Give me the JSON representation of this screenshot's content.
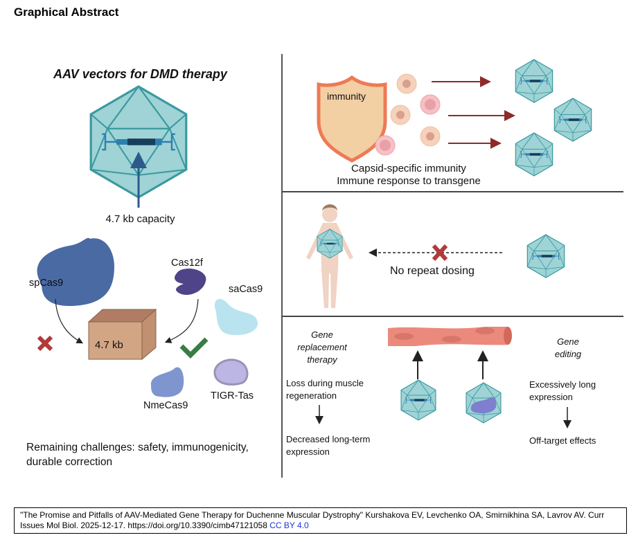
{
  "header": {
    "title": "Graphical Abstract"
  },
  "left_panel": {
    "title": "AAV vectors for DMD therapy",
    "capacity_label": "4.7 kb capacity",
    "box_label": "4.7 kb",
    "proteins": {
      "spcas9": "spCas9",
      "cas12f": "Cas12f",
      "sacas9": "saCas9",
      "nmecas9": "NmeCas9",
      "tigr": "TIGR-Tas"
    },
    "challenges": "Remaining challenges: safety, immunogenicity, durable correction"
  },
  "immunity_panel": {
    "shield_label": "immunity",
    "caption_line1": "Capsid-specific immunity",
    "caption_line2": "Immune response to transgene"
  },
  "dosing_panel": {
    "caption": "No repeat dosing"
  },
  "expression_panel": {
    "left_heading": "Gene replacement therapy",
    "left_item1": "Loss during muscle regeneration",
    "left_item2": "Decreased long-term expression",
    "right_heading": "Gene editing",
    "right_item1": "Excessively long expression",
    "right_item2": "Off-target effects"
  },
  "colors": {
    "capsid_fill": "#9fd3d6",
    "capsid_edge": "#3a9aa0",
    "spcas9": "#4a6aa3",
    "cas12f": "#4f4488",
    "sacas9": "#b9e3ee",
    "nmecas9": "#7f95cf",
    "tigr": "#bbb6e4",
    "box": "#d2a585",
    "cross": "#b23a3a",
    "check": "#3a7d44",
    "arrow_red": "#8e2a2a",
    "muscle": "#eb8a7c",
    "shield_edge": "#ee7a55",
    "shield_fill": "#f3cfa4",
    "link": "#1a35d8"
  },
  "citation": {
    "text": "\"The Promise and Pitfalls of AAV-Mediated Gene Therapy for Duchenne Muscular Dystrophy\" Kurshakova EV, Levchenko OA, Smirnikhina SA, Lavrov AV. Curr Issues Mol Biol. 2025-12-17. https://doi.org/10.3390/cimb47121058 ",
    "license": "CC BY 4.0"
  }
}
